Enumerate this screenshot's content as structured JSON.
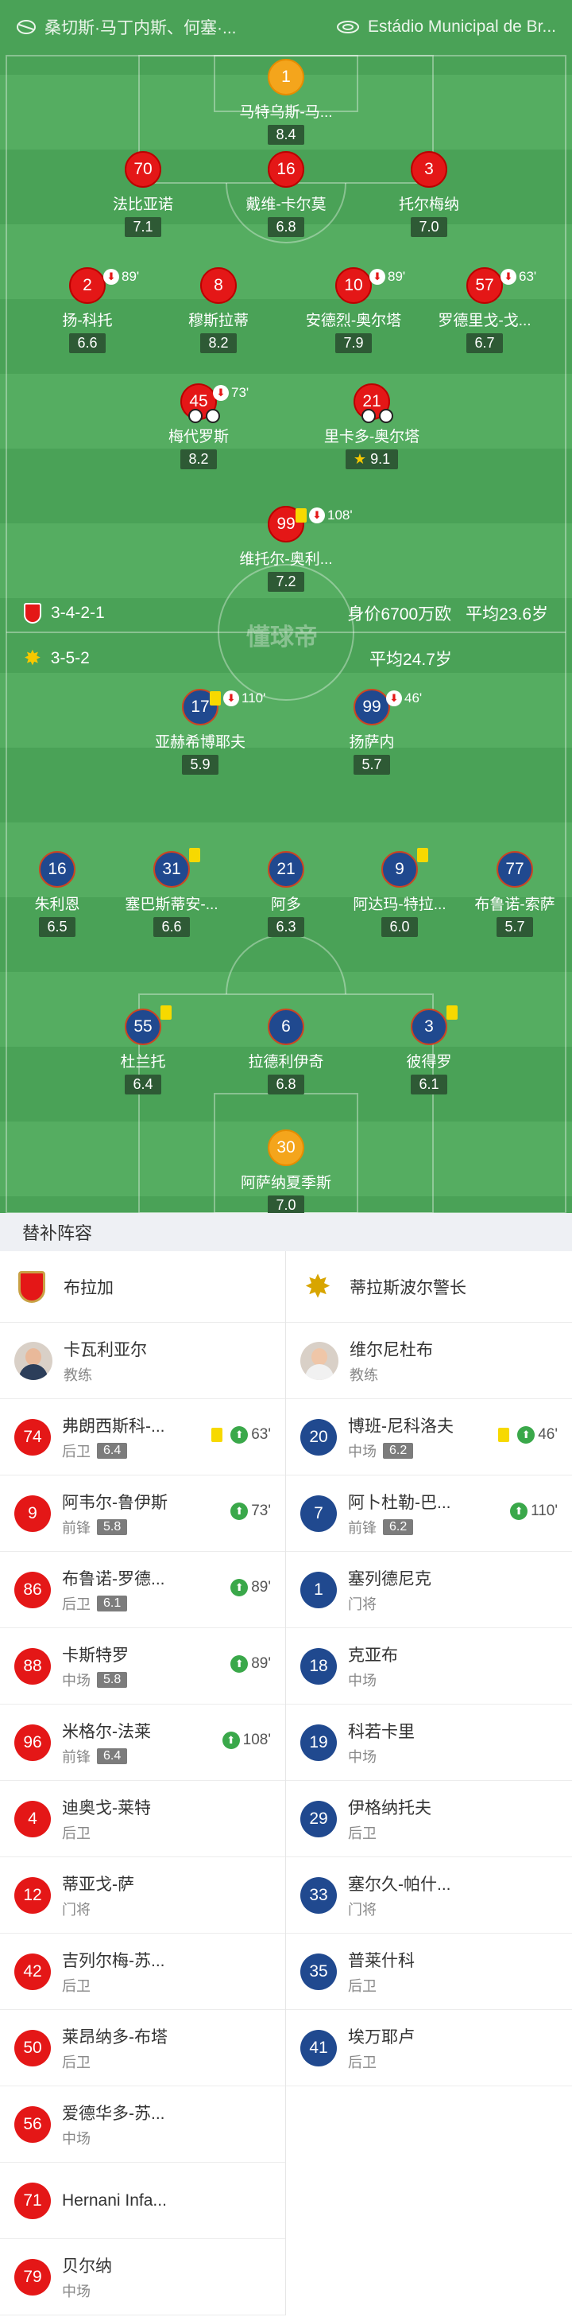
{
  "header": {
    "competition": "桑切斯·马丁内斯、何塞·...",
    "venue": "Estádio Municipal de Br..."
  },
  "home": {
    "formation": "3-4-2-1",
    "value": "身价6700万欧",
    "avg_age": "平均23.6岁",
    "players": [
      {
        "num": "1",
        "name": "马特乌斯-马...",
        "rating": "8.4"
      },
      {
        "num": "70",
        "name": "法比亚诺",
        "rating": "7.1"
      },
      {
        "num": "16",
        "name": "戴维-卡尔莫",
        "rating": "6.8"
      },
      {
        "num": "3",
        "name": "托尔梅纳",
        "rating": "7.0"
      },
      {
        "num": "2",
        "name": "扬-科托",
        "rating": "6.6",
        "sub": "89'"
      },
      {
        "num": "8",
        "name": "穆斯拉蒂",
        "rating": "8.2"
      },
      {
        "num": "10",
        "name": "安德烈-奥尔塔",
        "rating": "7.9",
        "sub": "89'"
      },
      {
        "num": "57",
        "name": "罗德里戈-戈...",
        "rating": "6.7",
        "sub": "63'"
      },
      {
        "num": "45",
        "name": "梅代罗斯",
        "rating": "8.2",
        "sub": "73'"
      },
      {
        "num": "21",
        "name": "里卡多-奥尔塔",
        "rating": "9.1"
      },
      {
        "num": "99",
        "name": "维托尔-奥利...",
        "rating": "7.2",
        "sub": "108'"
      }
    ]
  },
  "away": {
    "formation": "3-5-2",
    "avg_age": "平均24.7岁",
    "players": [
      {
        "num": "17",
        "name": "亚赫希博耶夫",
        "rating": "5.9",
        "sub": "110'"
      },
      {
        "num": "99",
        "name": "扬萨内",
        "rating": "5.7",
        "sub": "46'"
      },
      {
        "num": "16",
        "name": "朱利恩",
        "rating": "6.5"
      },
      {
        "num": "31",
        "name": "塞巴斯蒂安-...",
        "rating": "6.6"
      },
      {
        "num": "21",
        "name": "阿多",
        "rating": "6.3"
      },
      {
        "num": "9",
        "name": "阿达玛-特拉...",
        "rating": "6.0"
      },
      {
        "num": "77",
        "name": "布鲁诺-索萨",
        "rating": "5.7"
      },
      {
        "num": "55",
        "name": "杜兰托",
        "rating": "6.4"
      },
      {
        "num": "6",
        "name": "拉德利伊奇",
        "rating": "6.8"
      },
      {
        "num": "3",
        "name": "彼得罗",
        "rating": "6.1"
      },
      {
        "num": "30",
        "name": "阿萨纳夏季斯",
        "rating": "7.0"
      }
    ]
  },
  "watermark": "懂球帝",
  "subs": {
    "title": "替补阵容",
    "home_team": "布拉加",
    "away_team": "蒂拉斯波尔警长",
    "home_coach": {
      "name": "卡瓦利亚尔",
      "role": "教练"
    },
    "away_coach": {
      "name": "维尔尼杜布",
      "role": "教练"
    },
    "home": [
      {
        "num": "74",
        "name": "弗朗西斯科-...",
        "pos": "后卫",
        "rating": "6.4",
        "in": "63'"
      },
      {
        "num": "9",
        "name": "阿韦尔-鲁伊斯",
        "pos": "前锋",
        "rating": "5.8",
        "in": "73'"
      },
      {
        "num": "86",
        "name": "布鲁诺-罗德...",
        "pos": "后卫",
        "rating": "6.1",
        "in": "89'"
      },
      {
        "num": "88",
        "name": "卡斯特罗",
        "pos": "中场",
        "rating": "5.8",
        "in": "89'"
      },
      {
        "num": "96",
        "name": "米格尔-法莱",
        "pos": "前锋",
        "rating": "6.4",
        "in": "108'"
      },
      {
        "num": "4",
        "name": "迪奥戈-莱特",
        "pos": "后卫"
      },
      {
        "num": "12",
        "name": "蒂亚戈-萨",
        "pos": "门将"
      },
      {
        "num": "42",
        "name": "吉列尔梅-苏...",
        "pos": "后卫"
      },
      {
        "num": "50",
        "name": "莱昂纳多-布塔",
        "pos": "后卫"
      },
      {
        "num": "56",
        "name": "爱德华多-苏...",
        "pos": "中场"
      },
      {
        "num": "71",
        "name": "Hernani Infa...",
        "pos": ""
      },
      {
        "num": "79",
        "name": "贝尔纳",
        "pos": "中场"
      }
    ],
    "away": [
      {
        "num": "20",
        "name": "博班-尼科洛夫",
        "pos": "中场",
        "rating": "6.2",
        "in": "46'"
      },
      {
        "num": "7",
        "name": "阿卜杜勒-巴...",
        "pos": "前锋",
        "rating": "6.2",
        "in": "110'"
      },
      {
        "num": "1",
        "name": "塞列德尼克",
        "pos": "门将"
      },
      {
        "num": "18",
        "name": "克亚布",
        "pos": "中场"
      },
      {
        "num": "19",
        "name": "科若卡里",
        "pos": "中场"
      },
      {
        "num": "29",
        "name": "伊格纳托夫",
        "pos": "后卫"
      },
      {
        "num": "33",
        "name": "塞尔久-帕什...",
        "pos": "门将"
      },
      {
        "num": "35",
        "name": "普莱什科",
        "pos": "后卫"
      },
      {
        "num": "41",
        "name": "埃万耶卢",
        "pos": "后卫"
      }
    ]
  }
}
